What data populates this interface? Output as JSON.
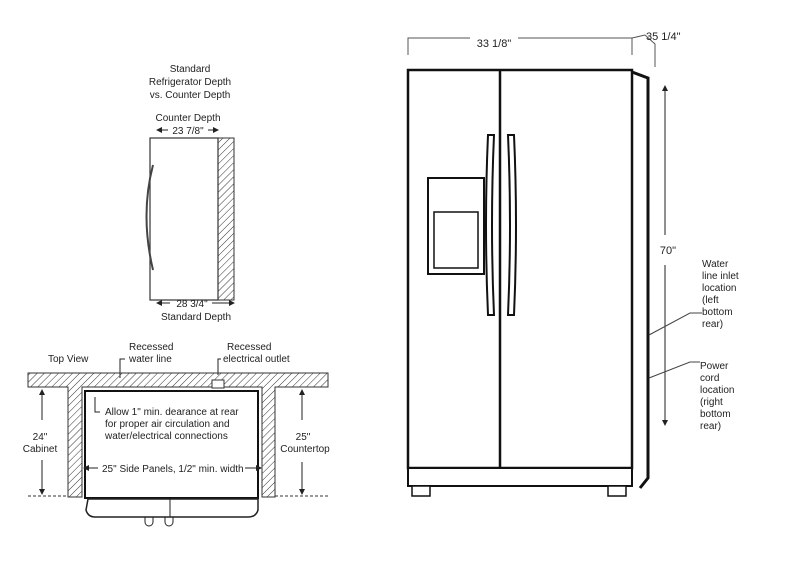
{
  "side_view": {
    "title_lines": [
      "Standard",
      "Refrigerator Depth",
      "vs. Counter Depth"
    ],
    "counter_depth_label": "Counter Depth",
    "counter_depth_value": "23 7/8\"",
    "standard_depth_value": "28 3/4\"",
    "standard_depth_label": "Standard Depth"
  },
  "top_view": {
    "title": "Top View",
    "water_line_label": [
      "Recessed",
      "water line"
    ],
    "outlet_label": [
      "Recessed",
      "electrical outlet"
    ],
    "clearance_note": [
      "Allow 1\" min. dearance at rear",
      "for proper air circulation and",
      "water/electrical connections"
    ],
    "cabinet_label": [
      "24\"",
      "Cabinet"
    ],
    "countertop_label": [
      "25\"",
      "Countertop"
    ],
    "side_panels_label": "25\" Side Panels, 1/2\" min. width"
  },
  "fridge": {
    "width_label": "33 1/8\"",
    "depth_label": "35 1/4\"",
    "height_label": "70\"",
    "water_inlet_label": [
      "Water",
      "line inlet",
      "location",
      "(left",
      "bottom",
      "rear)"
    ],
    "power_cord_label": [
      "Power",
      "cord",
      "location",
      "(right",
      "bottom",
      "rear)"
    ]
  }
}
